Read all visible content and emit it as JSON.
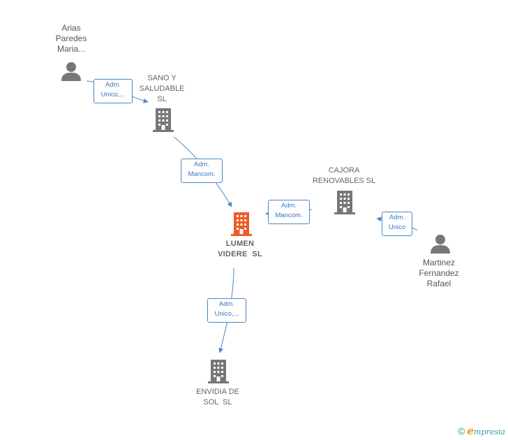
{
  "nodes": {
    "arias": {
      "lines": [
        "Arias",
        "Paredes",
        "Maria..."
      ]
    },
    "sano": {
      "lines": [
        "SANO Y",
        "SALUDABLE",
        "SL"
      ]
    },
    "cajora": {
      "lines": [
        "CAJORA",
        "RENOVABLES SL"
      ]
    },
    "lumen": {
      "lines": [
        "LUMEN",
        "VIDERE  SL"
      ]
    },
    "martinez": {
      "lines": [
        "Martinez",
        "Fernandez",
        "Rafael"
      ]
    },
    "envidia": {
      "lines": [
        "ENVIDIA DE",
        "SOL  SL"
      ]
    }
  },
  "edges": {
    "arias_sano": [
      "Adm.",
      "Unico,..."
    ],
    "sano_lumen": [
      "Adm.",
      "Mancom."
    ],
    "cajora_lumen": [
      "Adm.",
      "Mancom."
    ],
    "martinez_cajora": [
      "Adm.",
      "Unico"
    ],
    "lumen_envidia": [
      "Adm.",
      "Unico,..."
    ]
  },
  "colors": {
    "edge": "#4a86c8",
    "company": "#777777",
    "focus": "#f05a28",
    "person": "#777777"
  },
  "footer": {
    "copyright": "©",
    "brand_first": "e",
    "brand_rest": "mpresia"
  }
}
